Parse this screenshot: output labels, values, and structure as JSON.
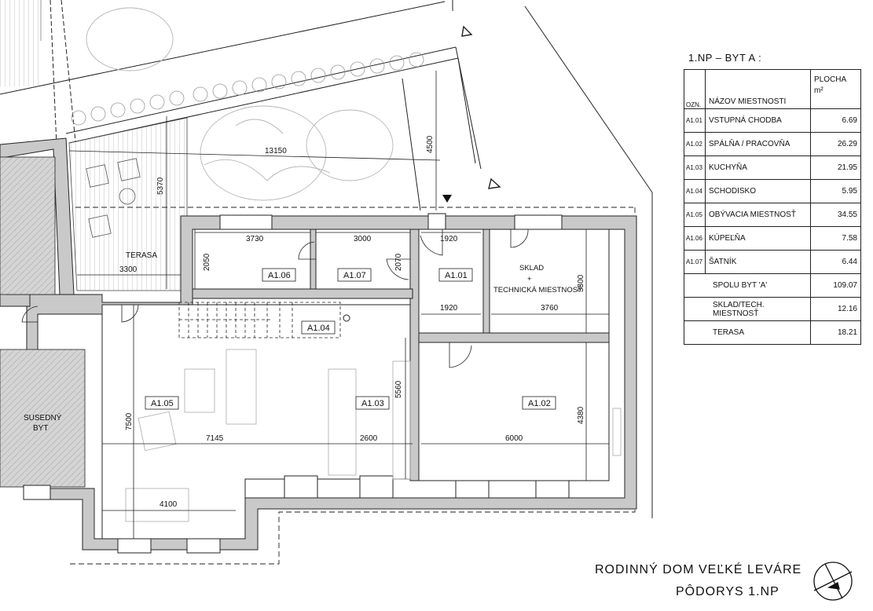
{
  "rooms": [
    {
      "id": "A1.01",
      "name": "VSTUPNÁ CHODBA",
      "area": "6.69"
    },
    {
      "id": "A1.02",
      "name": "SPÁLŇA / PRACOVŇA",
      "area": "26.29"
    },
    {
      "id": "A1.03",
      "name": "KUCHYŇA",
      "area": "21.95"
    },
    {
      "id": "A1.04",
      "name": "SCHODISKO",
      "area": "5.95"
    },
    {
      "id": "A1.05",
      "name": "OBÝVACIA MIESTNOSŤ",
      "area": "34.55"
    },
    {
      "id": "A1.06",
      "name": "KÚPEĽŇA",
      "area": "7.58"
    },
    {
      "id": "A1.07",
      "name": "ŠATNÍK",
      "area": "6.44"
    }
  ],
  "table": {
    "title": "1.NP – BYT A :",
    "col_id": "OZN.",
    "col_name": "NÁZOV MIESTNOSTI",
    "col_area": "PLOCHA",
    "col_area_unit": "m²",
    "totals": [
      {
        "label": "SPOLU BYT 'A'",
        "value": "109.07"
      },
      {
        "label": "SKLAD/TECH. MIESTNOSŤ",
        "value": "12.16"
      },
      {
        "label": "TERASA",
        "value": "18.21"
      }
    ]
  },
  "plan": {
    "room_labels": {
      "a101": "A1.01",
      "a102": "A1.02",
      "a103": "A1.03",
      "a104": "A1.04",
      "a105": "A1.05",
      "a106": "A1.06",
      "a107": "A1.07"
    },
    "terasa": "TERASA",
    "neighbor_line1": "SUSEDNÝ",
    "neighbor_line2": "BYT",
    "sklad_line1": "SKLAD",
    "sklad_line2": "+",
    "sklad_line3": "TECHNICKÁ MIESTNOSŤ",
    "dims": {
      "d13150": "13150",
      "d4500": "4500",
      "d5370": "5370",
      "d3300": "3300",
      "d3730": "3730",
      "d3000": "3000",
      "d2050": "2050",
      "d2070": "2070",
      "d1920a": "1920",
      "d1920b": "1920",
      "d3760": "3760",
      "d3300b": "3300",
      "d5560": "5560",
      "d7500": "7500",
      "d7145": "7145",
      "d2600": "2600",
      "d6000": "6000",
      "d4380": "4380",
      "d4100": "4100"
    }
  },
  "footer": {
    "line1": "RODINNÝ DOM VEĽKÉ LEVÁRE",
    "line2": "PÔDORYS 1.NP"
  },
  "colors": {
    "wall_fill": "#c9c9c9",
    "line": "#1a1a1a",
    "neighbor_hatch": "#b0b0b0"
  }
}
